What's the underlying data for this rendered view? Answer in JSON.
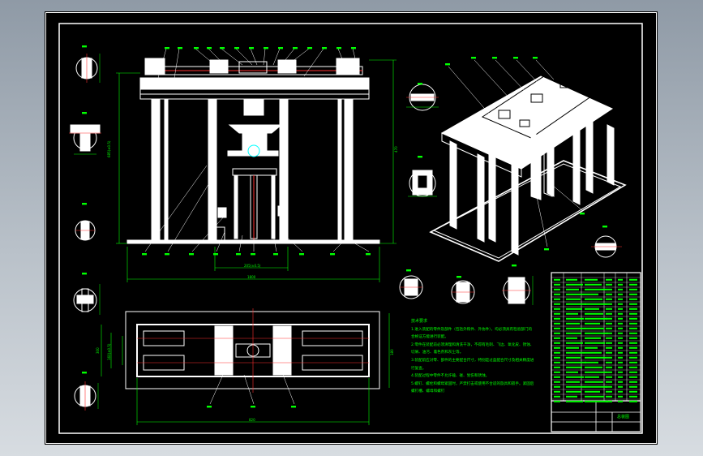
{
  "drawing": {
    "dimensions": {
      "frame_width": "1800",
      "inner_span": "205(±0.5)",
      "height_left": "685(±0.5)",
      "height_right": "470",
      "plan_length": "820",
      "plan_width": "300",
      "plan_inner": "160(±0.5)",
      "plan_depth": "180"
    },
    "technical_notes": {
      "title": "技术要求",
      "lines": [
        "1.进入装配的零件及部件（包括外购件、外协件），均必须具有检验部门的",
        "合格证方能进行装配。",
        "2.零件在装配前必须清理和清洗干净，不得有毛刺、飞边、氧化皮、锈蚀、",
        "切屑、油污、着色剂和灰尘等。",
        "3.装配前应对零、部件的主要配合尺寸，特别是过盈配合尺寸及相关精度进",
        "行复查。",
        "4.装配过程中零件不允许磕、碰、划伤和锈蚀。",
        "5.螺钉、螺栓和螺母紧固时，严禁打击或使用不合适的旋具和扳手。紧固后",
        "螺钉槽、螺母和螺钉"
      ]
    },
    "title_block": {
      "drawing_name": "总装图"
    }
  },
  "colors": {
    "outline": "#ffffff",
    "dimension": "#00ff00",
    "centerline": "#ff3030",
    "part_fill": "#ffffff",
    "accent_cyan": "#00ffff",
    "background": "#000000"
  }
}
